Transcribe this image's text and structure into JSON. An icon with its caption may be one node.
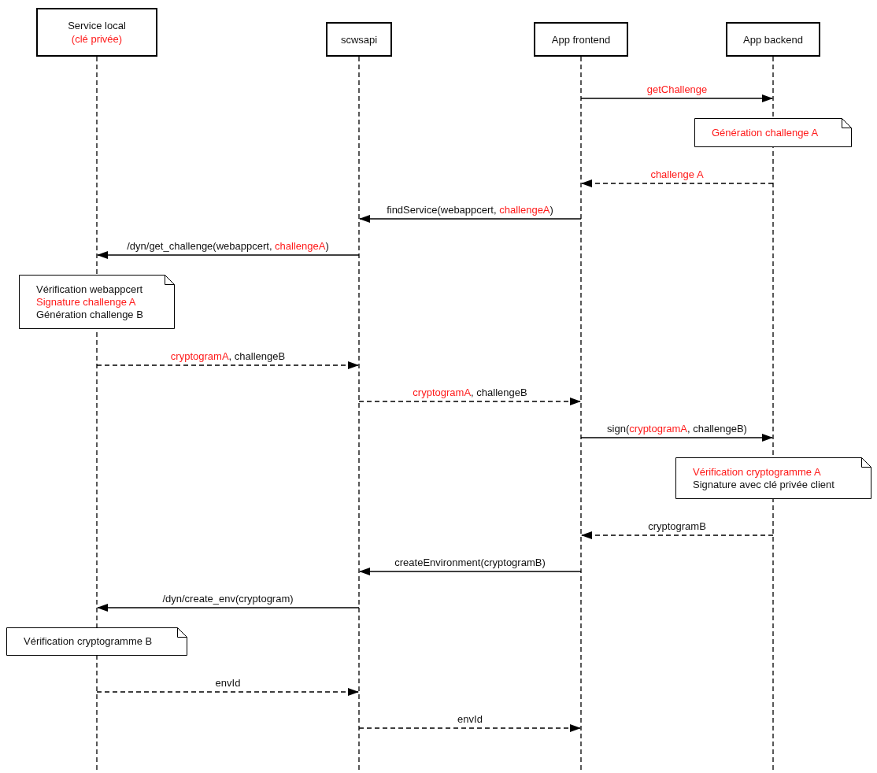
{
  "diagram": {
    "nodes": [
      {
        "text": [
          "Service local",
          "(clé privée)"
        ]
      },
      {
        "text": [
          "scwsapi"
        ]
      },
      {
        "text": [
          "App frontend"
        ]
      },
      {
        "text": [
          "App backend"
        ]
      },
      {
        "text": [
          "Génération challenge A"
        ]
      },
      {
        "text": [
          "Vérification webappcert",
          "Signature challenge A",
          "Génération challenge B"
        ]
      },
      {
        "text": [
          "Vérification cryptogramme A",
          "Signature avec clé privée client"
        ]
      },
      {
        "text": [
          "Vérification cryptogramme B"
        ]
      }
    ],
    "edges": [
      {
        "from": 2,
        "to": 3,
        "arrow": "to",
        "label": "getChallenge"
      },
      {
        "from": 3,
        "to": 2,
        "arrow": "to",
        "label": "challenge A",
        "style": "dashed"
      },
      {
        "from": 2,
        "to": 1,
        "arrow": "to",
        "label": "findService(webappcert, challengeA)"
      },
      {
        "from": 1,
        "to": 0,
        "arrow": "to",
        "label": "/dyn/get_challenge(webappcert, challengeA)"
      },
      {
        "from": 0,
        "to": 1,
        "arrow": "to",
        "label": "cryptogramA, challengeB",
        "style": "dashed"
      },
      {
        "from": 1,
        "to": 2,
        "arrow": "to",
        "label": "cryptogramA, challengeB",
        "style": "dashed"
      },
      {
        "from": 2,
        "to": 3,
        "arrow": "to",
        "label": "sign(cryptogramA, challengeB)"
      },
      {
        "from": 3,
        "to": 2,
        "arrow": "to",
        "label": "cryptogramB",
        "style": "dashed"
      },
      {
        "from": 2,
        "to": 1,
        "arrow": "to",
        "label": "createEnvironment(cryptogramB)"
      },
      {
        "from": 1,
        "to": 0,
        "arrow": "to",
        "label": "/dyn/create_env(cryptogram)"
      },
      {
        "from": 0,
        "to": 1,
        "arrow": "to",
        "label": "envId",
        "style": "dashed"
      },
      {
        "from": 1,
        "to": 2,
        "arrow": "to",
        "label": "envId",
        "style": "dashed"
      }
    ]
  }
}
